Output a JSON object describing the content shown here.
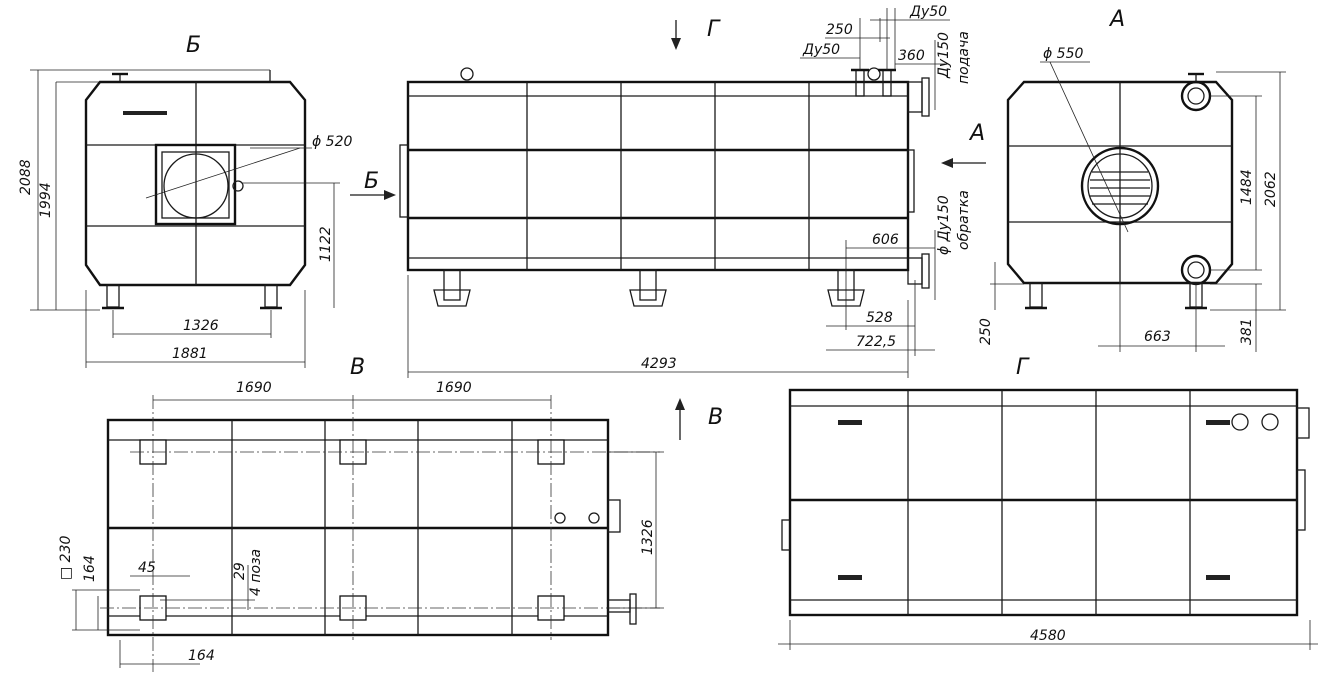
{
  "views": {
    "view_a": "А",
    "view_b": "Б",
    "view_v": "В",
    "view_g": "Г"
  },
  "dims": {
    "b_2088": "2088",
    "b_1994": "1994",
    "b_phi520": "ϕ 520",
    "b_1122": "1122",
    "b_1326": "1326",
    "b_1881": "1881",
    "m_250": "250",
    "m_du50a": "Ду50",
    "m_du50b": "Ду50",
    "m_360": "360",
    "m_du150_supply": "Ду150",
    "m_supply": "подача",
    "m_phi_du150_return": "ϕ Ду150",
    "m_return": "обратка",
    "m_606": "606",
    "m_528": "528",
    "m_7225": "722,5",
    "m_4293": "4293",
    "a_phi550": "ϕ 550",
    "a_1484": "1484",
    "a_2062": "2062",
    "a_250": "250",
    "a_663": "663",
    "a_381": "381",
    "v_1690a": "1690",
    "v_1690b": "1690",
    "v_1326": "1326",
    "v_230": "□ 230",
    "v_164a": "164",
    "v_45": "45",
    "v_29": "29",
    "v_4holes": "4 поза",
    "v_164b": "164",
    "g_4580": "4580"
  }
}
